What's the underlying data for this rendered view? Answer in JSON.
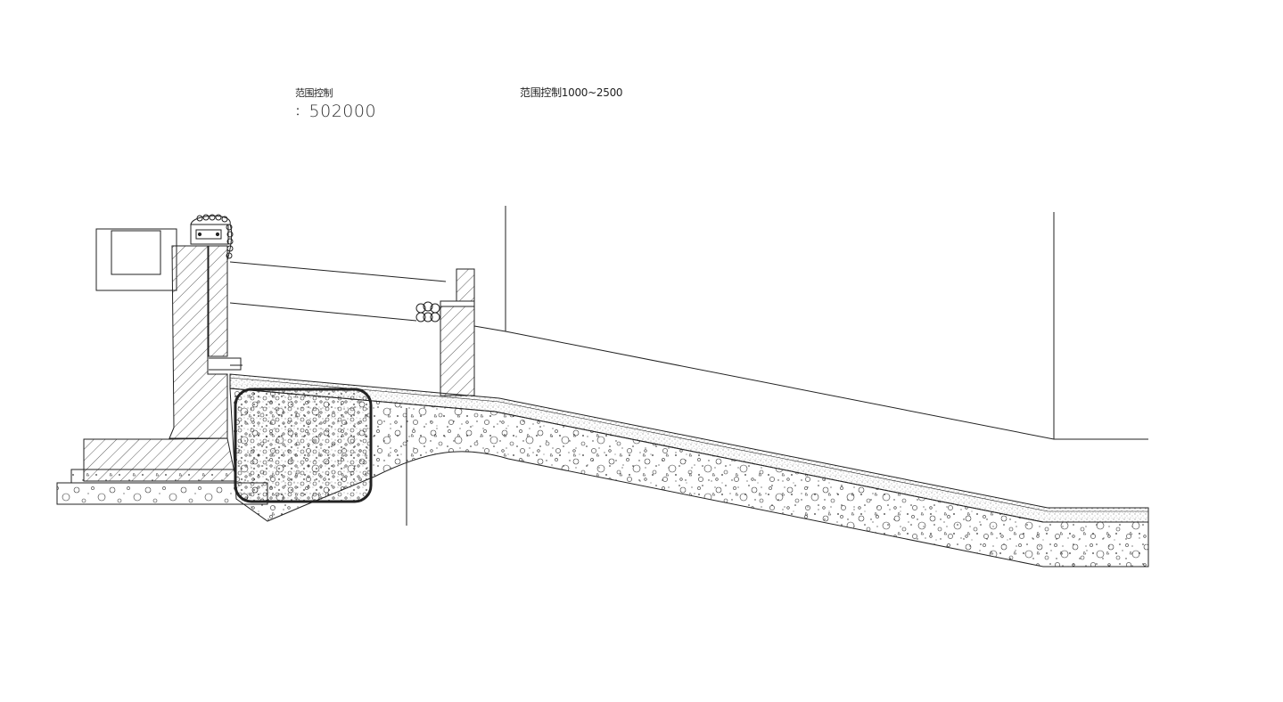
{
  "annotations": {
    "range_control_left": "范围控制",
    "range_value_prefix": "：",
    "range_value_left": "502000",
    "range_control_right": "范围控制1000~2500"
  },
  "colors": {
    "line": "#222222",
    "highlight": "#222222",
    "background": "#ffffff"
  }
}
